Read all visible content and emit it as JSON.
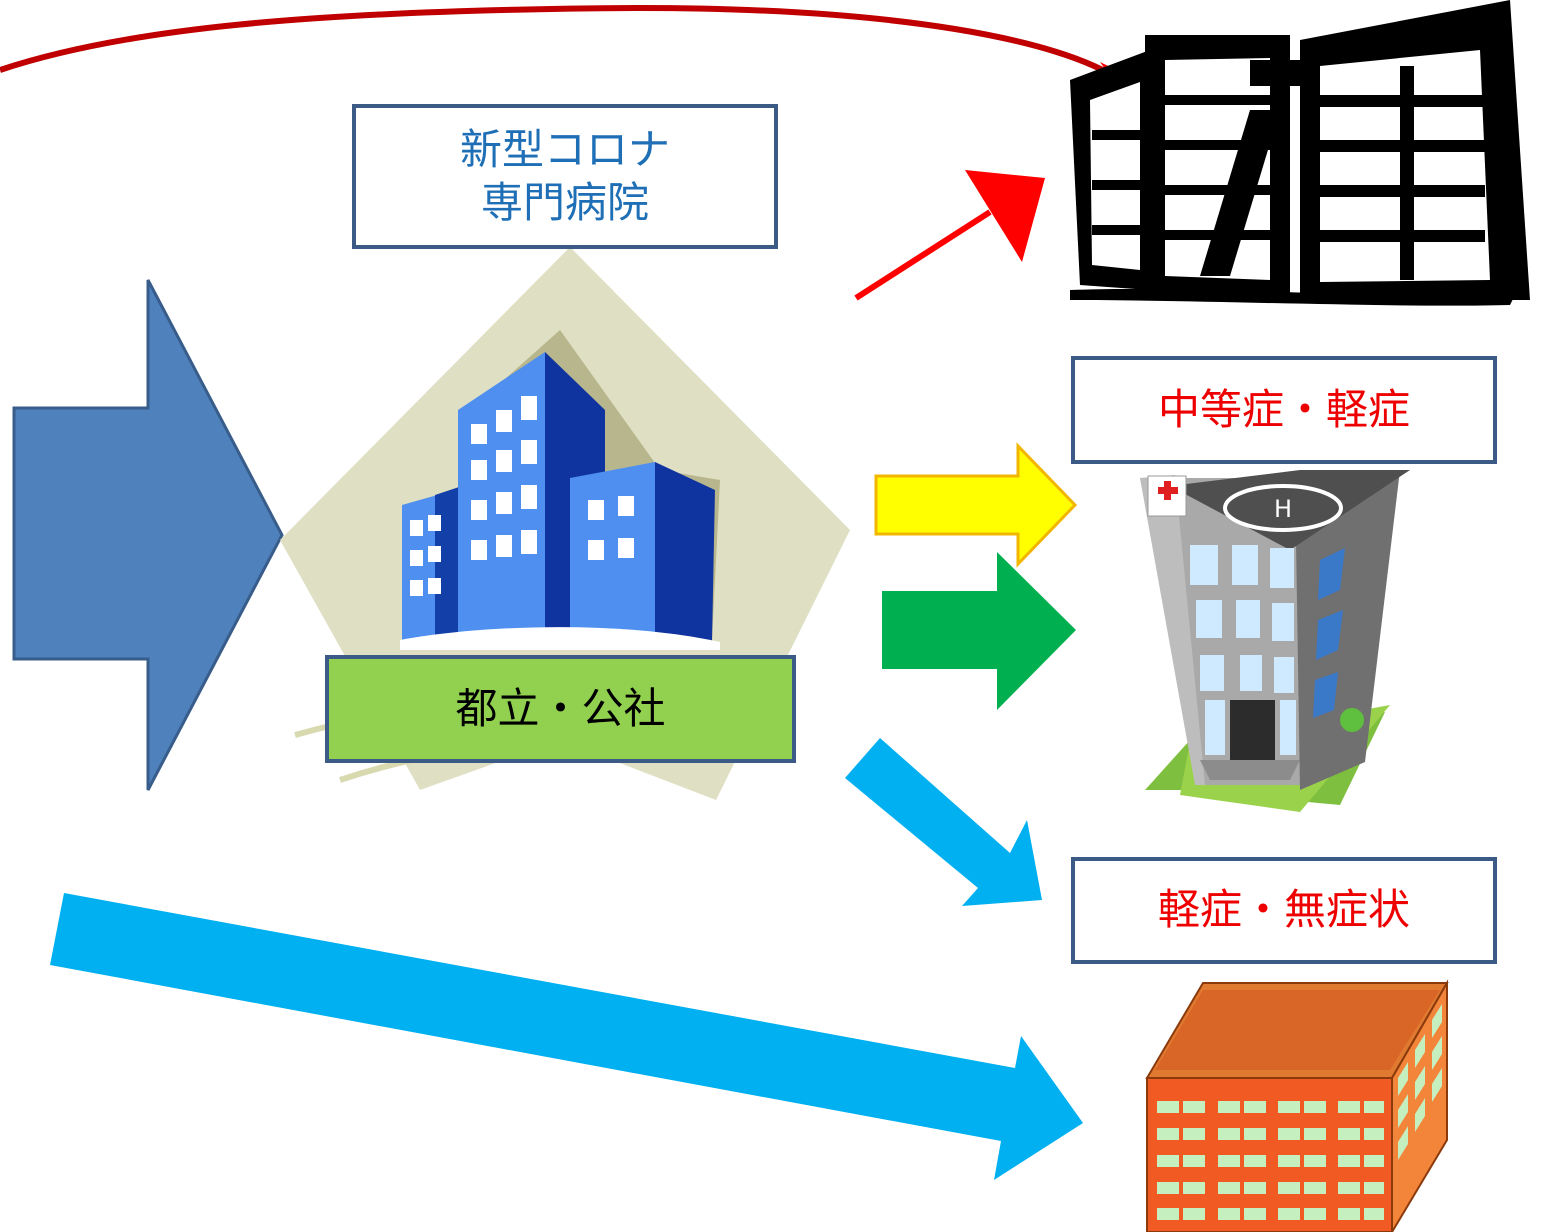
{
  "labels": {
    "corona_line1": "新型コロナ",
    "corona_line2": "専門病院",
    "metro_public": "都立・公社",
    "moderate_mild": "中等症・軽症",
    "mild_asymptomatic": "軽症・無症状"
  },
  "colors": {
    "big_arrow": "#4f81bd",
    "red_arrow": "#ff0000",
    "yellow_arrow": "#ffff00",
    "green_arrow": "#00b050",
    "cyan_arrow": "#00b0f0",
    "label_border": "#3b5a86",
    "green_box": "#92d050"
  },
  "icons": [
    "hospital-building-icon",
    "office-buildings-icon",
    "clinic-building-icon",
    "hotel-building-icon"
  ]
}
